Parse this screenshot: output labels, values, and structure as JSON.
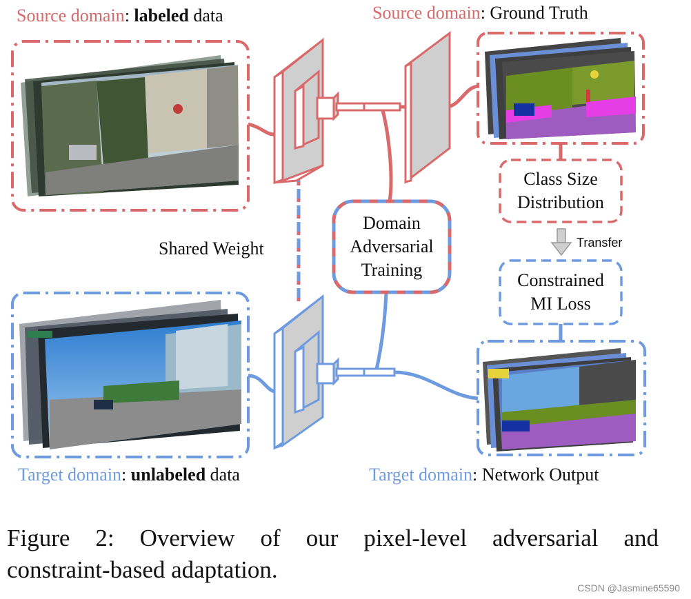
{
  "labels": {
    "source_labeled": {
      "prefix": "Source domain",
      "colon": ": ",
      "bold": "labeled",
      "suffix": " data"
    },
    "source_gt": {
      "prefix": "Source domain",
      "colon": ": ",
      "rest": "Ground Truth"
    },
    "target_unlabeled": {
      "prefix": "Target domain",
      "colon": ": ",
      "bold": "unlabeled",
      "suffix": " data"
    },
    "target_output": {
      "prefix": "Target domain",
      "colon": ": ",
      "rest": "Network Output"
    },
    "shared_weight": "Shared Weight",
    "transfer": "Transfer"
  },
  "boxes": {
    "domain_adversarial": [
      "Domain",
      "Adversarial",
      "Training"
    ],
    "class_size": [
      "Class Size",
      "Distribution"
    ],
    "constrained_mi": [
      "Constrained",
      "MI Loss"
    ]
  },
  "caption": {
    "line1": "Figure 2:  Overview of our pixel-level adversarial and",
    "line2": "constraint-based adaptation."
  },
  "watermark": "CSDN @Jasmine65590",
  "colors": {
    "source": "#d9696a",
    "target": "#6e9be0",
    "block_fill": "#cfcfcf"
  }
}
